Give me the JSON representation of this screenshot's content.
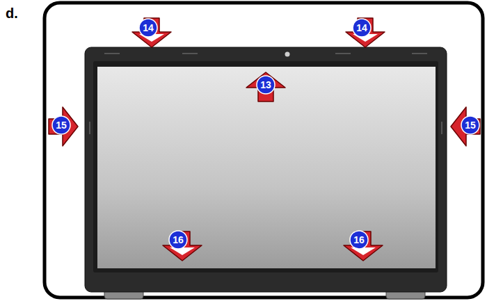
{
  "diagram": {
    "labels": [
      "d.",
      "14",
      "14",
      "13",
      "15",
      "15",
      "16",
      "16"
    ]
  }
}
